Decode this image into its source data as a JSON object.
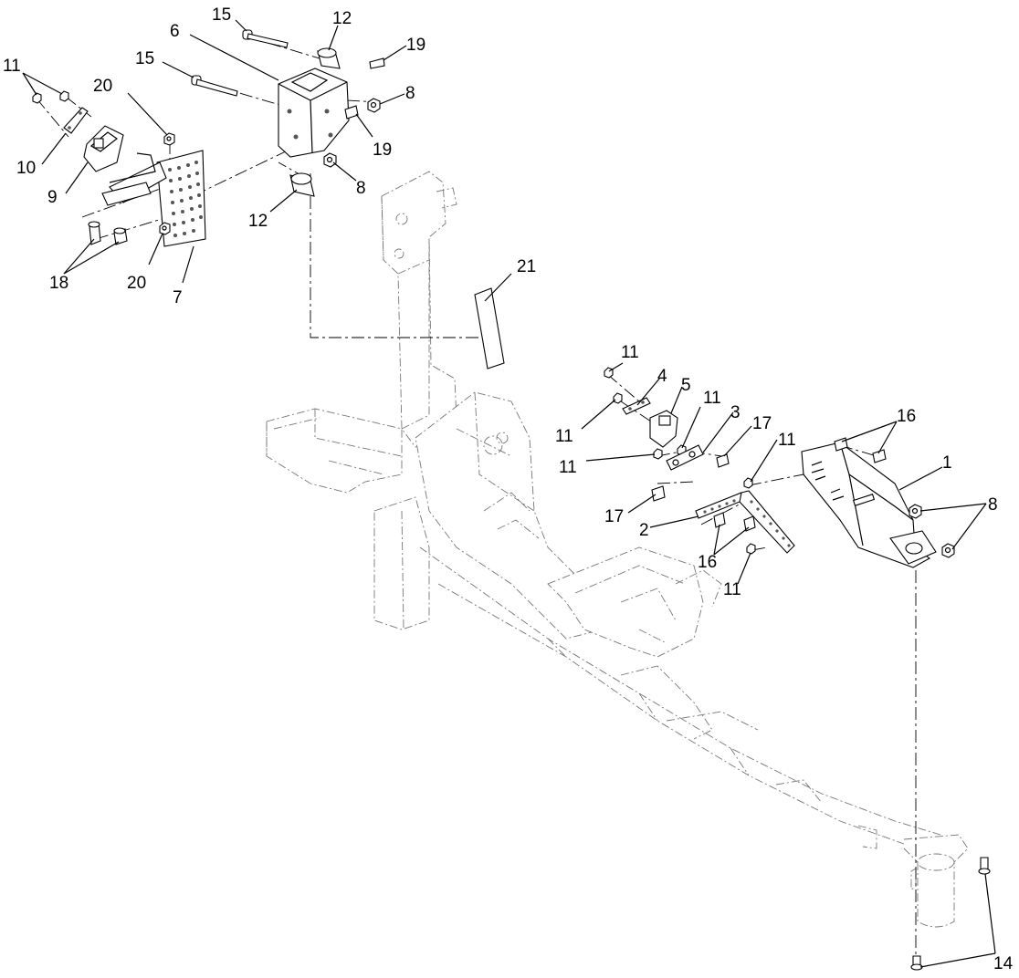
{
  "callouts": {
    "c1": "1",
    "c2": "2",
    "c3": "3",
    "c4": "4",
    "c5": "5",
    "c6": "6",
    "c7": "7",
    "c8a": "8",
    "c8b": "8",
    "c8c": "8",
    "c9": "9",
    "c10": "10",
    "c11a": "11",
    "c11b": "11",
    "c11c": "11",
    "c11d": "11",
    "c11e": "11",
    "c11f": "11",
    "c11g": "11",
    "c12a": "12",
    "c12b": "12",
    "c14": "14",
    "c15a": "15",
    "c15b": "15",
    "c16a": "16",
    "c16b": "16",
    "c17a": "17",
    "c17b": "17",
    "c18": "18",
    "c19a": "19",
    "c19b": "19",
    "c20a": "20",
    "c20b": "20",
    "c21": "21"
  },
  "colors": {
    "line": "#000000",
    "phantom": "#777777",
    "background": "#ffffff"
  }
}
